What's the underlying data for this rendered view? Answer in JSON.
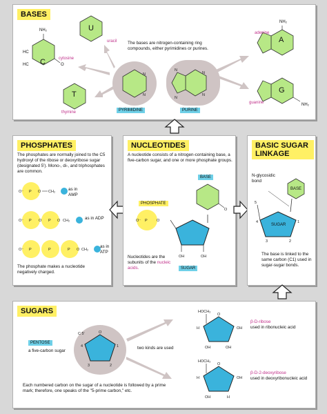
{
  "bases": {
    "title": "BASES",
    "description": "The bases are nitrogen-containing ring compounds, either pyrimidines or purines.",
    "pyrimidine_label": "PYRIMIDINE",
    "purine_label": "PURINE",
    "cytosine": {
      "letter": "C",
      "name": "cytosine",
      "nh2": "NH₂"
    },
    "uracil": {
      "letter": "U",
      "name": "uracil"
    },
    "thymine": {
      "letter": "T",
      "name": "thymine"
    },
    "adenine": {
      "letter": "A",
      "name": "adenine",
      "nh2": "NH₂"
    },
    "guanine": {
      "letter": "G",
      "name": "guanine",
      "nh2": "NH₂"
    }
  },
  "phosphates": {
    "title": "PHOSPHATES",
    "description": "The phosphates are normally joined to the C5 hydroxyl of the ribose or deoxyribose sugar (designated 5′). Mono-, di-, and triphosphates are common.",
    "amp": "as in AMP",
    "adp": "as in ADP",
    "atp": "as in ATP",
    "footer": "The phosphate makes a nucleotide negatively charged."
  },
  "nucleotides": {
    "title": "NUCLEOTIDES",
    "description": "A nucleotide consists of a nitrogen-containing base, a five-carbon sugar, and one or more phosphate groups.",
    "base_tag": "BASE",
    "phosphate_tag": "PHOSPHATE",
    "sugar_tag": "SUGAR",
    "note_prefix": "Nucleotides are the subunits of the",
    "note_link": "nucleic acids."
  },
  "linkage": {
    "title": "BASIC SUGAR LINKAGE",
    "bond_label": "N-glycosidic bond",
    "base_tag": "BASE",
    "sugar_tag": "SUGAR",
    "description": "The base is linked to the same carbon (C1) used in sugar-sugar bonds."
  },
  "sugars": {
    "title": "SUGARS",
    "pentose_tag": "PENTOSE",
    "pentose_desc": "a five-carbon sugar",
    "two_kinds": "two kinds are used",
    "ribose_name": "β-D-ribose",
    "ribose_use": "used in ribonucleic acid",
    "deoxy_name": "β-D-2-deoxyribose",
    "deoxy_use": "used in deoxyribonucleic acid",
    "footer": "Each numbered carbon on the sugar of a nucleotide is followed by a prime mark; therefore, one speaks of the \"5-prime carbon,\" etc."
  },
  "colors": {
    "title_bg": "#fff064",
    "base_green": "#b7e886",
    "sugar_blue": "#3ab3dc",
    "phosphate_yellow": "#fff064",
    "link_pink": "#c0308a",
    "tag_blue": "#6fd0e8"
  }
}
